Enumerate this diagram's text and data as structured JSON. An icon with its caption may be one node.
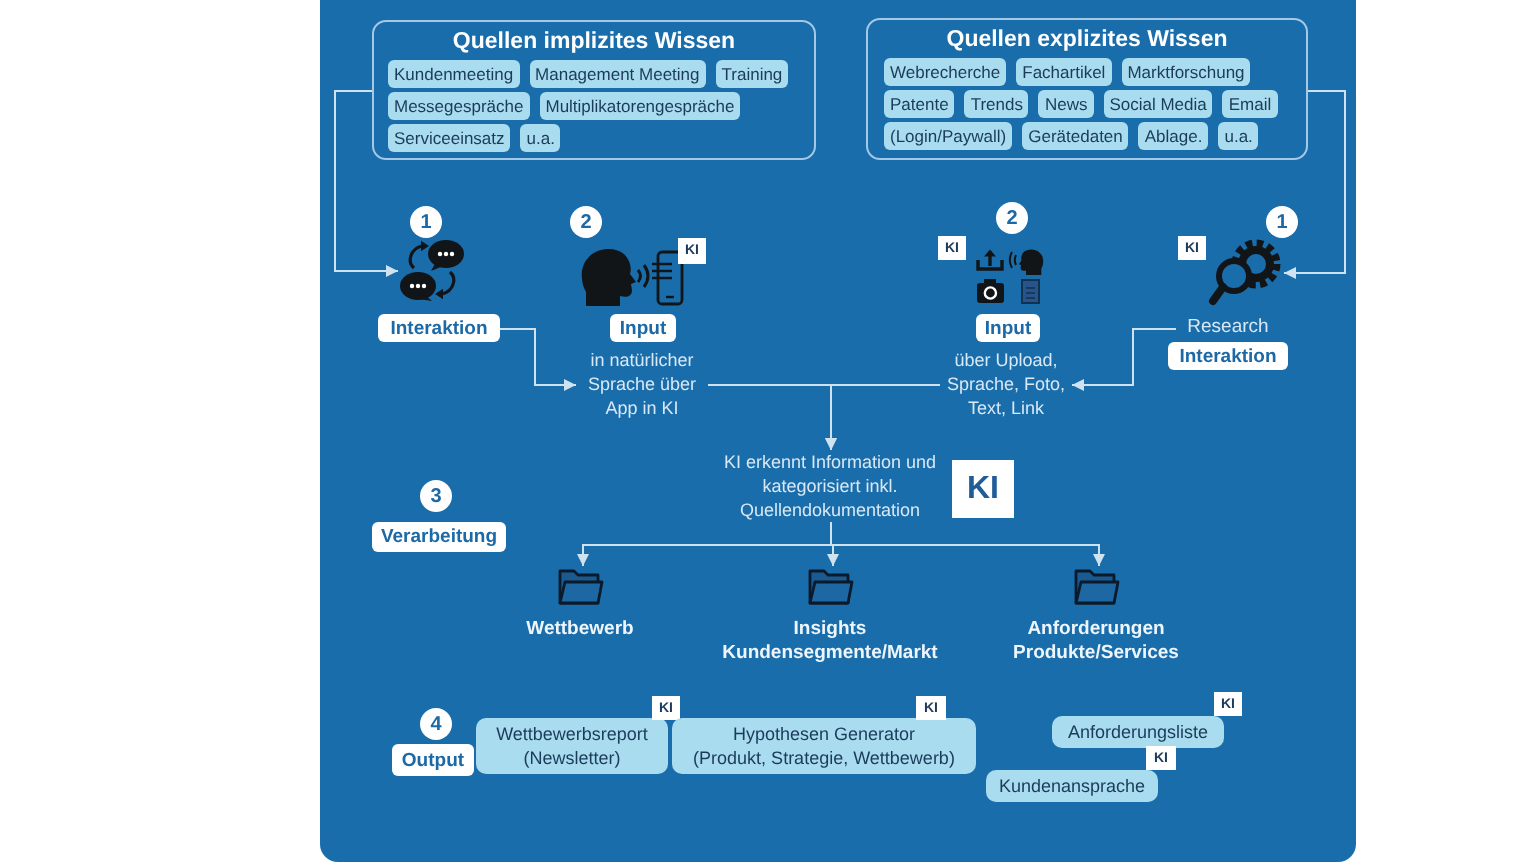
{
  "diagram": {
    "nodes": [
      {
        "text": [
          "Quellen implizites Wissen"
        ]
      },
      {
        "text": [
          "Kundenmeeting"
        ],
        "in": 0
      },
      {
        "text": [
          "Management Meeting"
        ],
        "in": 0
      },
      {
        "text": [
          "Training"
        ],
        "in": 0
      },
      {
        "text": [
          "Messegespräche"
        ],
        "in": 0
      },
      {
        "text": [
          "Multiplikatorengespräche"
        ],
        "in": 0
      },
      {
        "text": [
          "Serviceeinsatz"
        ],
        "in": 0
      },
      {
        "text": [
          "u.a."
        ],
        "in": 0
      },
      {
        "text": [
          "Quellen explizites Wissen"
        ]
      },
      {
        "text": [
          "Webrecherche"
        ],
        "in": 8
      },
      {
        "text": [
          "Fachartikel"
        ],
        "in": 8
      },
      {
        "text": [
          "Marktforschung"
        ],
        "in": 8
      },
      {
        "text": [
          "Patente"
        ],
        "in": 8
      },
      {
        "text": [
          "Trends"
        ],
        "in": 8
      },
      {
        "text": [
          "News"
        ],
        "in": 8
      },
      {
        "text": [
          "Social Media"
        ],
        "in": 8
      },
      {
        "text": [
          "Email"
        ],
        "in": 8
      },
      {
        "text": [
          "(Login/Paywall)"
        ],
        "in": 8
      },
      {
        "text": [
          "Gerätedaten"
        ],
        "in": 8
      },
      {
        "text": [
          "Ablage."
        ],
        "in": 8
      },
      {
        "text": [
          "u.a."
        ],
        "in": 8
      },
      {
        "text": [
          "1"
        ]
      },
      {
        "text": [],
        "shape": "picture"
      },
      {
        "text": [
          "Interaktion"
        ]
      },
      {
        "text": [
          "2"
        ]
      },
      {
        "text": [
          "KI"
        ]
      },
      {
        "text": [
          "Input"
        ]
      },
      {
        "text": [
          "in natürlicher Sprache über App in KI"
        ]
      },
      {
        "text": [
          "2"
        ]
      },
      {
        "text": [
          "KI"
        ]
      },
      {
        "text": [
          "Input"
        ]
      },
      {
        "text": [
          "über Upload, Sprache, Foto, Text, Link"
        ]
      },
      {
        "text": [
          "1"
        ]
      },
      {
        "text": [
          "KI"
        ]
      },
      {
        "text": [],
        "shape": "picture"
      },
      {
        "text": [
          "Research"
        ]
      },
      {
        "text": [
          "Interaktion"
        ]
      },
      {
        "text": [
          "KI erkennt Information und kategorisiert inkl. Quellendokumentation"
        ]
      },
      {
        "text": [
          "KI"
        ]
      },
      {
        "text": [
          "3"
        ]
      },
      {
        "text": [
          "Verarbeitung"
        ]
      },
      {
        "text": [],
        "shape": "picture",
        "beside": [
          "Wettbewerb"
        ]
      },
      {
        "text": [],
        "shape": "picture",
        "beside": [
          "Insights Kundensegmente/Markt"
        ]
      },
      {
        "text": [],
        "shape": "picture",
        "beside": [
          "Anforderungen Produkte/Services"
        ]
      },
      {
        "text": [
          "4"
        ]
      },
      {
        "text": [
          "Output"
        ]
      },
      {
        "text": [
          "Wettbewerbsreport",
          "(Newsletter)"
        ]
      },
      {
        "text": [
          "KI"
        ]
      },
      {
        "text": [
          "Hypothesen Generator",
          "(Produkt, Strategie, Wettbewerb)"
        ]
      },
      {
        "text": [
          "KI"
        ]
      },
      {
        "text": [
          "Anforderungsliste"
        ]
      },
      {
        "text": [
          "KI"
        ]
      },
      {
        "text": [
          "Kundenansprache"
        ]
      },
      {
        "text": [
          "KI"
        ]
      }
    ],
    "edges": [
      {
        "from": 0,
        "to": 22,
        "arrow": "to"
      },
      {
        "from": 8,
        "to": 34,
        "arrow": "to"
      },
      {
        "from": 23,
        "to": 27,
        "arrow": "to"
      },
      {
        "from": 35,
        "to": 31,
        "arrow": "to"
      },
      {
        "from": 27,
        "to": 37,
        "arrow": "to"
      },
      {
        "from": 31,
        "to": 37,
        "arrow": "to"
      },
      {
        "from": 37,
        "to": 41,
        "arrow": "to"
      },
      {
        "from": 37,
        "to": 42,
        "arrow": "to"
      },
      {
        "from": 37,
        "to": 43,
        "arrow": "to"
      }
    ]
  }
}
